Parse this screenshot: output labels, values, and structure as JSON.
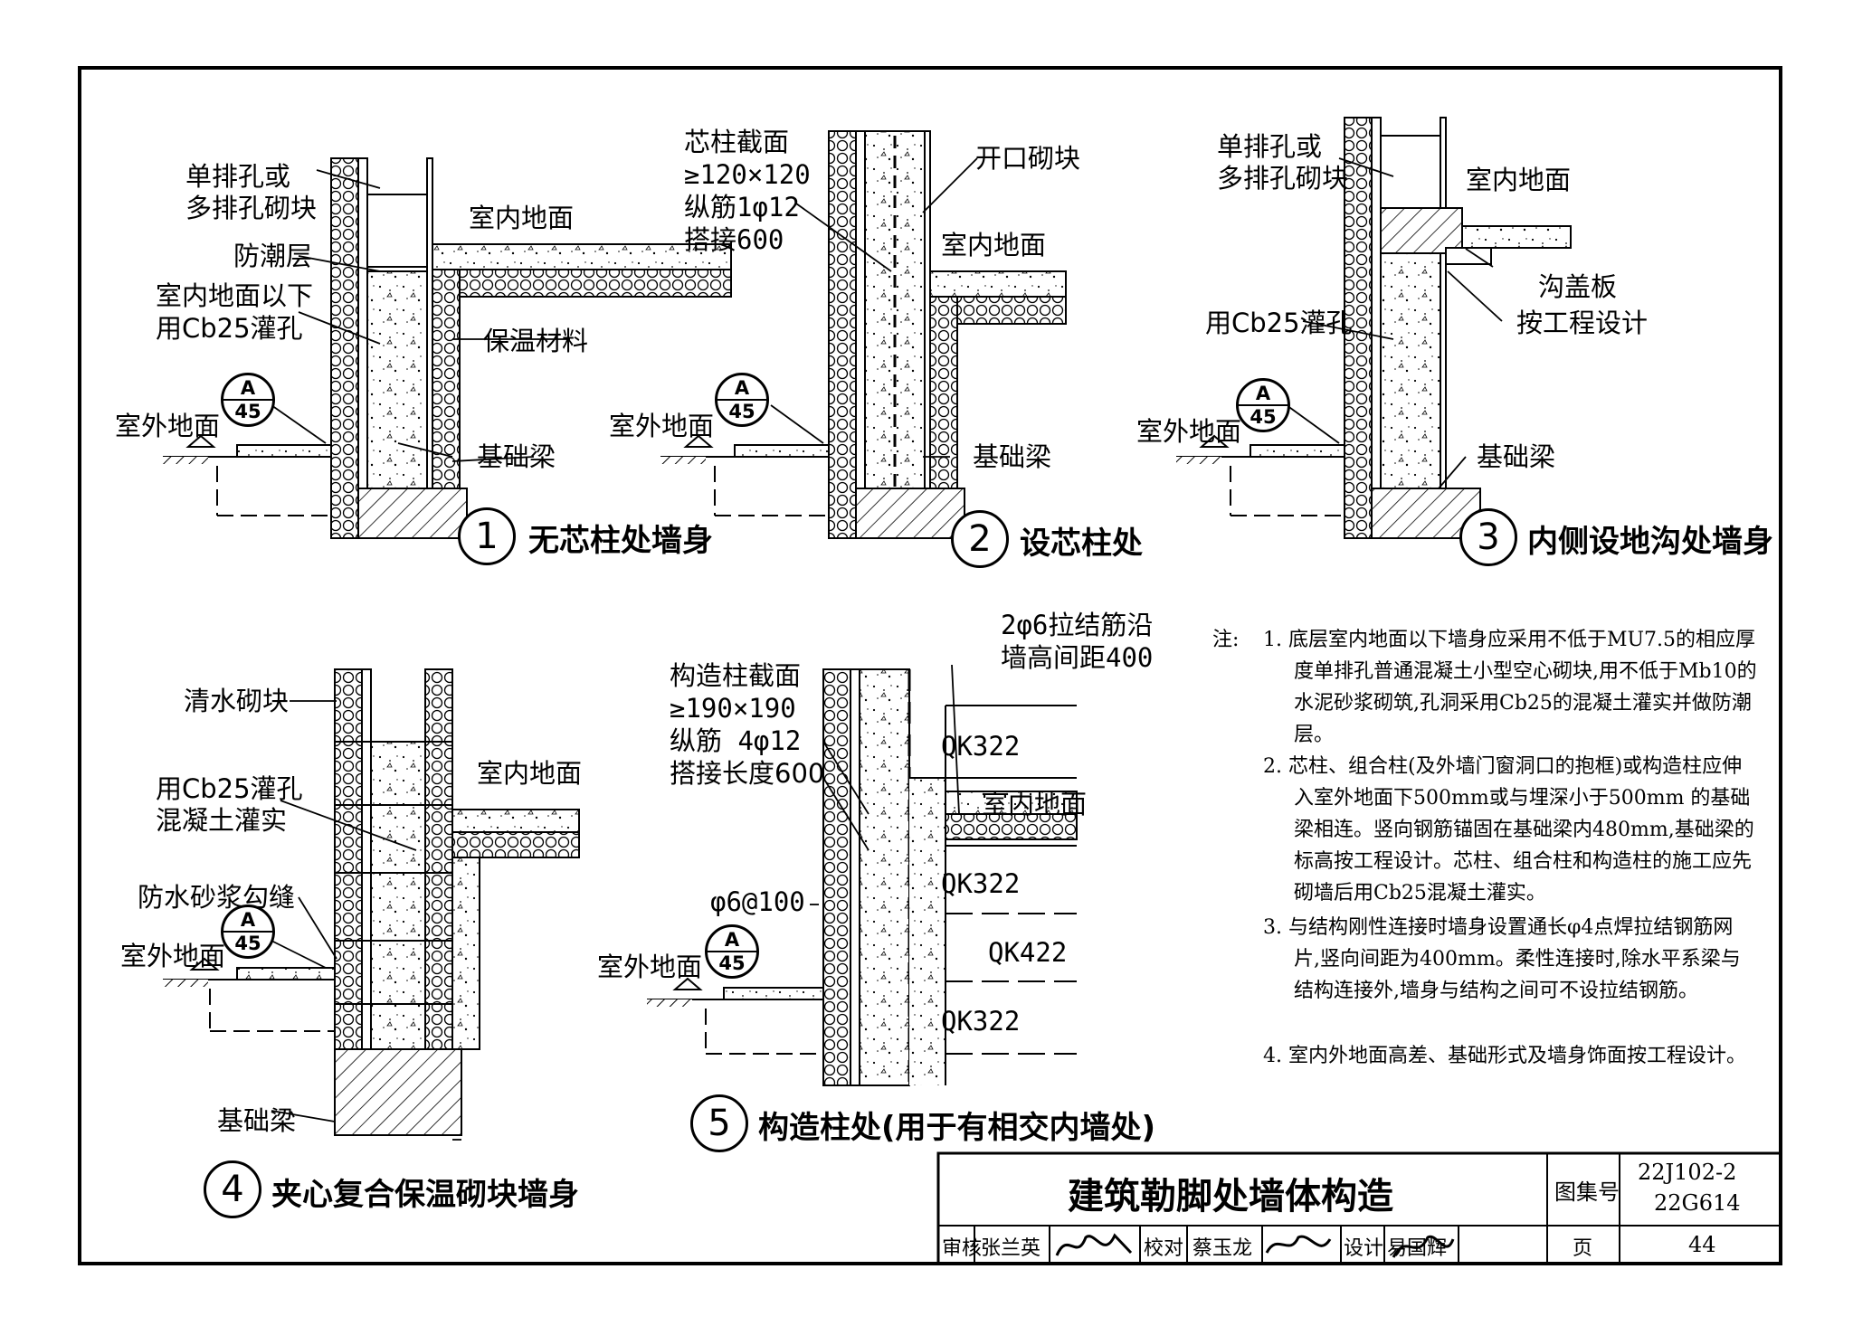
{
  "sheet": {
    "main_title": "建筑勒脚处墙体构造",
    "atlas_label": "图集号",
    "atlas_no_1": "22J102-2",
    "atlas_no_2": "22G614",
    "page_label": "页",
    "page_no": "44",
    "review_label": "审核",
    "reviewer": "张兰英",
    "check_label": "校对",
    "checker": "蔡玉龙",
    "design_label": "设计",
    "designer": "易国辉"
  },
  "details": [
    {
      "number": "1",
      "title": "无芯柱处墙身",
      "labels": [
        "单排孔或",
        "多排孔砌块",
        "防潮层",
        "室内地面以下",
        "用Cb25灌孔",
        "室内地面",
        "保温材料",
        "室外地面",
        "基础梁"
      ]
    },
    {
      "number": "2",
      "title": "设芯柱处",
      "labels": [
        "芯柱截面",
        "≥120×120",
        "纵筋1φ12",
        "搭接600",
        "开口砌块",
        "室内地面",
        "室外地面",
        "基础梁"
      ]
    },
    {
      "number": "3",
      "title": "内侧设地沟处墙身",
      "labels": [
        "单排孔或",
        "多排孔砌块",
        "室内地面",
        "沟盖板",
        "按工程设计",
        "用Cb25灌孔",
        "室外地面",
        "基础梁"
      ]
    },
    {
      "number": "4",
      "title": "夹心复合保温砌块墙身",
      "labels": [
        "清水砌块",
        "用Cb25灌孔",
        "混凝土灌实",
        "室内地面",
        "防水砂浆勾缝",
        "室外地面",
        "基础梁"
      ]
    },
    {
      "number": "5",
      "title": "构造柱处(用于有相交内墙处)",
      "labels": [
        "2φ6拉结筋沿",
        "墙高间距400",
        "构造柱截面",
        "≥190×190",
        "纵筋 4φ12",
        "搭接长度600",
        "QK322",
        "室内地面",
        "QK322",
        "φ6@100",
        "QK422",
        "室外地面",
        "QK322"
      ]
    }
  ],
  "ref_symbol": {
    "top": "A",
    "bottom": "45"
  },
  "notes": {
    "head": "注:",
    "items": [
      "1. 底层室内地面以下墙身应采用不低于MU7.5的相应厚度单排孔普通混凝土小型空心砌块,用不低于Mb10的水泥砂浆砌筑,孔洞采用Cb25的混凝土灌实并做防潮层。",
      "2. 芯柱、组合柱(及外墙门窗洞口的抱框)或构造柱应伸入室外地面下500mm或与埋深小于500mm 的基础梁相连。竖向钢筋锚固在基础梁内480mm,基础梁的标高按工程设计。芯柱、组合柱和构造柱的施工应先砌墙后用Cb25混凝土灌实。",
      "3. 与结构刚性连接时墙身设置通长φ4点焊拉结钢筋网片,竖向间距为400mm。柔性连接时,除水平系梁与结构连接外,墙身与结构之间可不设拉结钢筋。",
      "4. 室内外地面高差、基础形式及墙身饰面按工程设计。"
    ]
  }
}
